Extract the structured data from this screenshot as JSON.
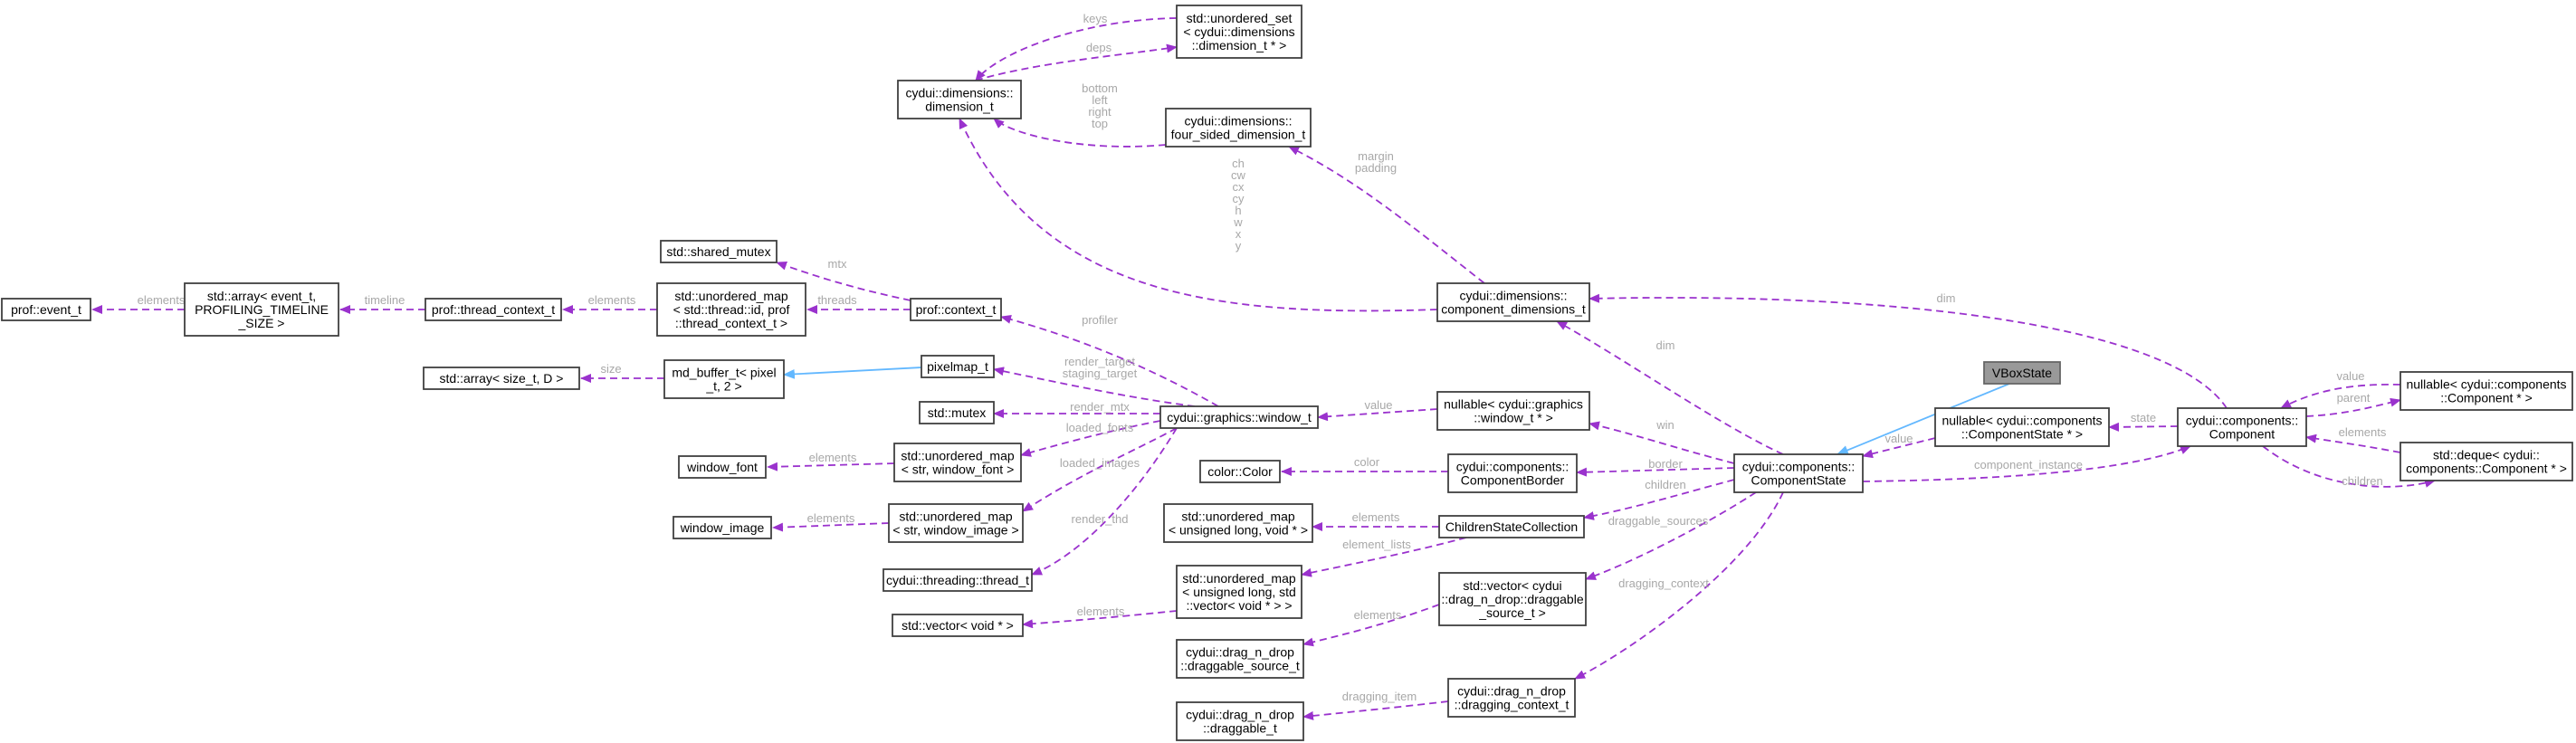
{
  "colors": {
    "usage": "#9a32cd",
    "inherit": "#63b8ff",
    "label": "#a8a8a8",
    "highlight": "#999999"
  },
  "nodes": {
    "vboxstate": [
      "VBoxState"
    ],
    "prof_event_t": [
      "prof::event_t"
    ],
    "std_array_event": [
      "std::array< event_t,",
      "PROFILING_TIMELINE",
      "_SIZE >"
    ],
    "prof_thread_context": [
      "prof::thread_context_t"
    ],
    "umap_thread_id": [
      "std::unordered_map",
      "< std::thread::id, prof",
      "::thread_context_t >"
    ],
    "std_shared_mutex": [
      "std::shared_mutex"
    ],
    "prof_context": [
      "prof::context_t"
    ],
    "dimension_t": [
      "cydui::dimensions::",
      "dimension_t"
    ],
    "uset_dimension": [
      "std::unordered_set",
      "< cydui::dimensions",
      "::dimension_t * >"
    ],
    "four_sided": [
      "cydui::dimensions::",
      "four_sided_dimension_t"
    ],
    "component_dimensions": [
      "cydui::dimensions::",
      "component_dimensions_t"
    ],
    "std_array_size": [
      "std::array< size_t, D >"
    ],
    "md_buffer": [
      "md_buffer_t< pixel",
      "_t, 2 >"
    ],
    "pixelmap": [
      "pixelmap_t"
    ],
    "std_mutex": [
      "std::mutex"
    ],
    "window_t": [
      "cydui::graphics::window_t"
    ],
    "nullable_window": [
      "nullable< cydui::graphics",
      "::window_t * >"
    ],
    "window_font": [
      "window_font"
    ],
    "umap_window_font": [
      "std::unordered_map",
      "< str, window_font >"
    ],
    "window_image": [
      "window_image"
    ],
    "umap_window_image": [
      "std::unordered_map",
      "< str, window_image >"
    ],
    "thread_t": [
      "cydui::threading::thread_t"
    ],
    "color": [
      "color::Color"
    ],
    "component_border": [
      "cydui::components::",
      "ComponentBorder"
    ],
    "umap_ulong_void": [
      "std::unordered_map",
      "< unsigned long, void * >"
    ],
    "children_state_collection": [
      "ChildrenStateCollection"
    ],
    "umap_ulong_vector": [
      "std::unordered_map",
      "< unsigned long, std",
      "::vector< void * > >"
    ],
    "vector_void": [
      "std::vector< void * >"
    ],
    "draggable_source": [
      "cydui::drag_n_drop",
      "::draggable_source_t"
    ],
    "vector_draggable_source": [
      "std::vector< cydui",
      "::drag_n_drop::draggable",
      "_source_t >"
    ],
    "draggable_t": [
      "cydui::drag_n_drop",
      "::draggable_t"
    ],
    "dragging_context": [
      "cydui::drag_n_drop",
      "::dragging_context_t"
    ],
    "component_state": [
      "cydui::components::",
      "ComponentState"
    ],
    "nullable_component_state": [
      "nullable< cydui::components",
      "::ComponentState * >"
    ],
    "component": [
      "cydui::components::",
      "Component"
    ],
    "nullable_component": [
      "nullable< cydui::components",
      "::Component * >"
    ],
    "deque_component": [
      "std::deque< cydui::",
      "components::Component * >"
    ]
  },
  "edges": [
    {
      "label": "elements",
      "type": "usage"
    },
    {
      "label": "timeline",
      "type": "usage"
    },
    {
      "label": "elements",
      "type": "usage"
    },
    {
      "label": "threads",
      "type": "usage"
    },
    {
      "label": "mtx",
      "type": "usage"
    },
    {
      "label": "keys",
      "type": "usage"
    },
    {
      "label": "deps",
      "type": "usage"
    },
    {
      "label": "bottom\nleft\nright\ntop",
      "type": "usage"
    },
    {
      "label": "ch\ncw\ncx\ncy\nh\nw\nx\ny",
      "type": "usage"
    },
    {
      "label": "margin\npadding",
      "type": "usage"
    },
    {
      "label": "size",
      "type": "usage"
    },
    {
      "label": "",
      "type": "inherit"
    },
    {
      "label": "profiler",
      "type": "usage"
    },
    {
      "label": "render_target\nstaging_target",
      "type": "usage"
    },
    {
      "label": "render_mtx",
      "type": "usage"
    },
    {
      "label": "loaded_fonts",
      "type": "usage"
    },
    {
      "label": "loaded_images",
      "type": "usage"
    },
    {
      "label": "render_thd",
      "type": "usage"
    },
    {
      "label": "elements",
      "type": "usage"
    },
    {
      "label": "elements",
      "type": "usage"
    },
    {
      "label": "value",
      "type": "usage"
    },
    {
      "label": "color",
      "type": "usage"
    },
    {
      "label": "elements",
      "type": "usage"
    },
    {
      "label": "element_lists",
      "type": "usage"
    },
    {
      "label": "elements",
      "type": "usage"
    },
    {
      "label": "elements",
      "type": "usage"
    },
    {
      "label": "dragging_item",
      "type": "usage"
    },
    {
      "label": "dim",
      "type": "usage"
    },
    {
      "label": "win",
      "type": "usage"
    },
    {
      "label": "border",
      "type": "usage"
    },
    {
      "label": "children",
      "type": "usage"
    },
    {
      "label": "draggable_sources",
      "type": "usage"
    },
    {
      "label": "dragging_context",
      "type": "usage"
    },
    {
      "label": "",
      "type": "inherit"
    },
    {
      "label": "value",
      "type": "usage"
    },
    {
      "label": "state",
      "type": "usage"
    },
    {
      "label": "component_instance",
      "type": "usage"
    },
    {
      "label": "dim",
      "type": "usage"
    },
    {
      "label": "value",
      "type": "usage"
    },
    {
      "label": "parent",
      "type": "usage"
    },
    {
      "label": "elements",
      "type": "usage"
    },
    {
      "label": "children",
      "type": "usage"
    }
  ]
}
